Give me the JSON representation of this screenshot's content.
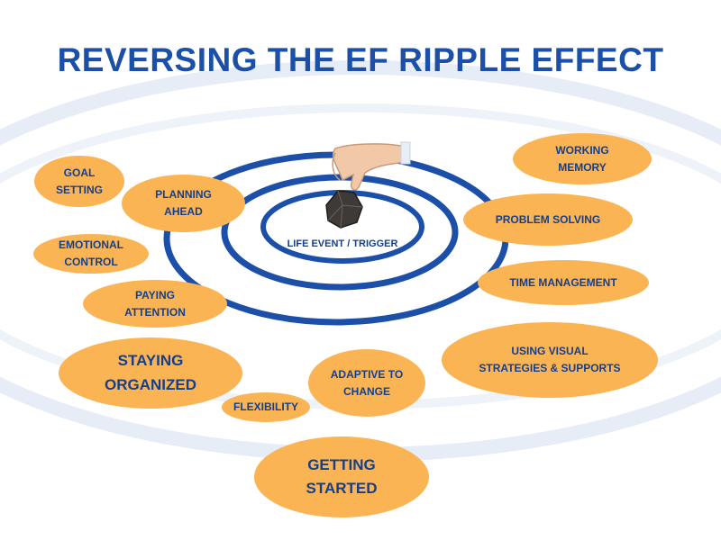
{
  "title": "REVERSING THE EF RIPPLE EFFECT",
  "center": "LIFE EVENT / TRIGGER",
  "colors": {
    "title": "#1b4fa8",
    "ring": "#1b4fa8",
    "faint_ring": "#e4ebf6",
    "bubble": "#fbb454",
    "bubble_text": "#143f8c"
  },
  "icons": [
    "hand-icon",
    "stone-icon"
  ],
  "bubbles": {
    "goal_setting": "GOAL\nSETTING",
    "planning_ahead": "PLANNING\nAHEAD",
    "emotional_control": "EMOTIONAL\nCONTROL",
    "paying_attention": "PAYING\nATTENTION",
    "staying_organized": "STAYING\nORGANIZED",
    "flexibility": "FLEXIBILITY",
    "getting_started": "GETTING\nSTARTED",
    "adaptive_to_change": "ADAPTIVE TO\nCHANGE",
    "using_visual": "USING VISUAL\nSTRATEGIES & SUPPORTS",
    "time_management": "TIME MANAGEMENT",
    "problem_solving": "PROBLEM SOLVING",
    "working_memory": "WORKING\nMEMORY"
  }
}
